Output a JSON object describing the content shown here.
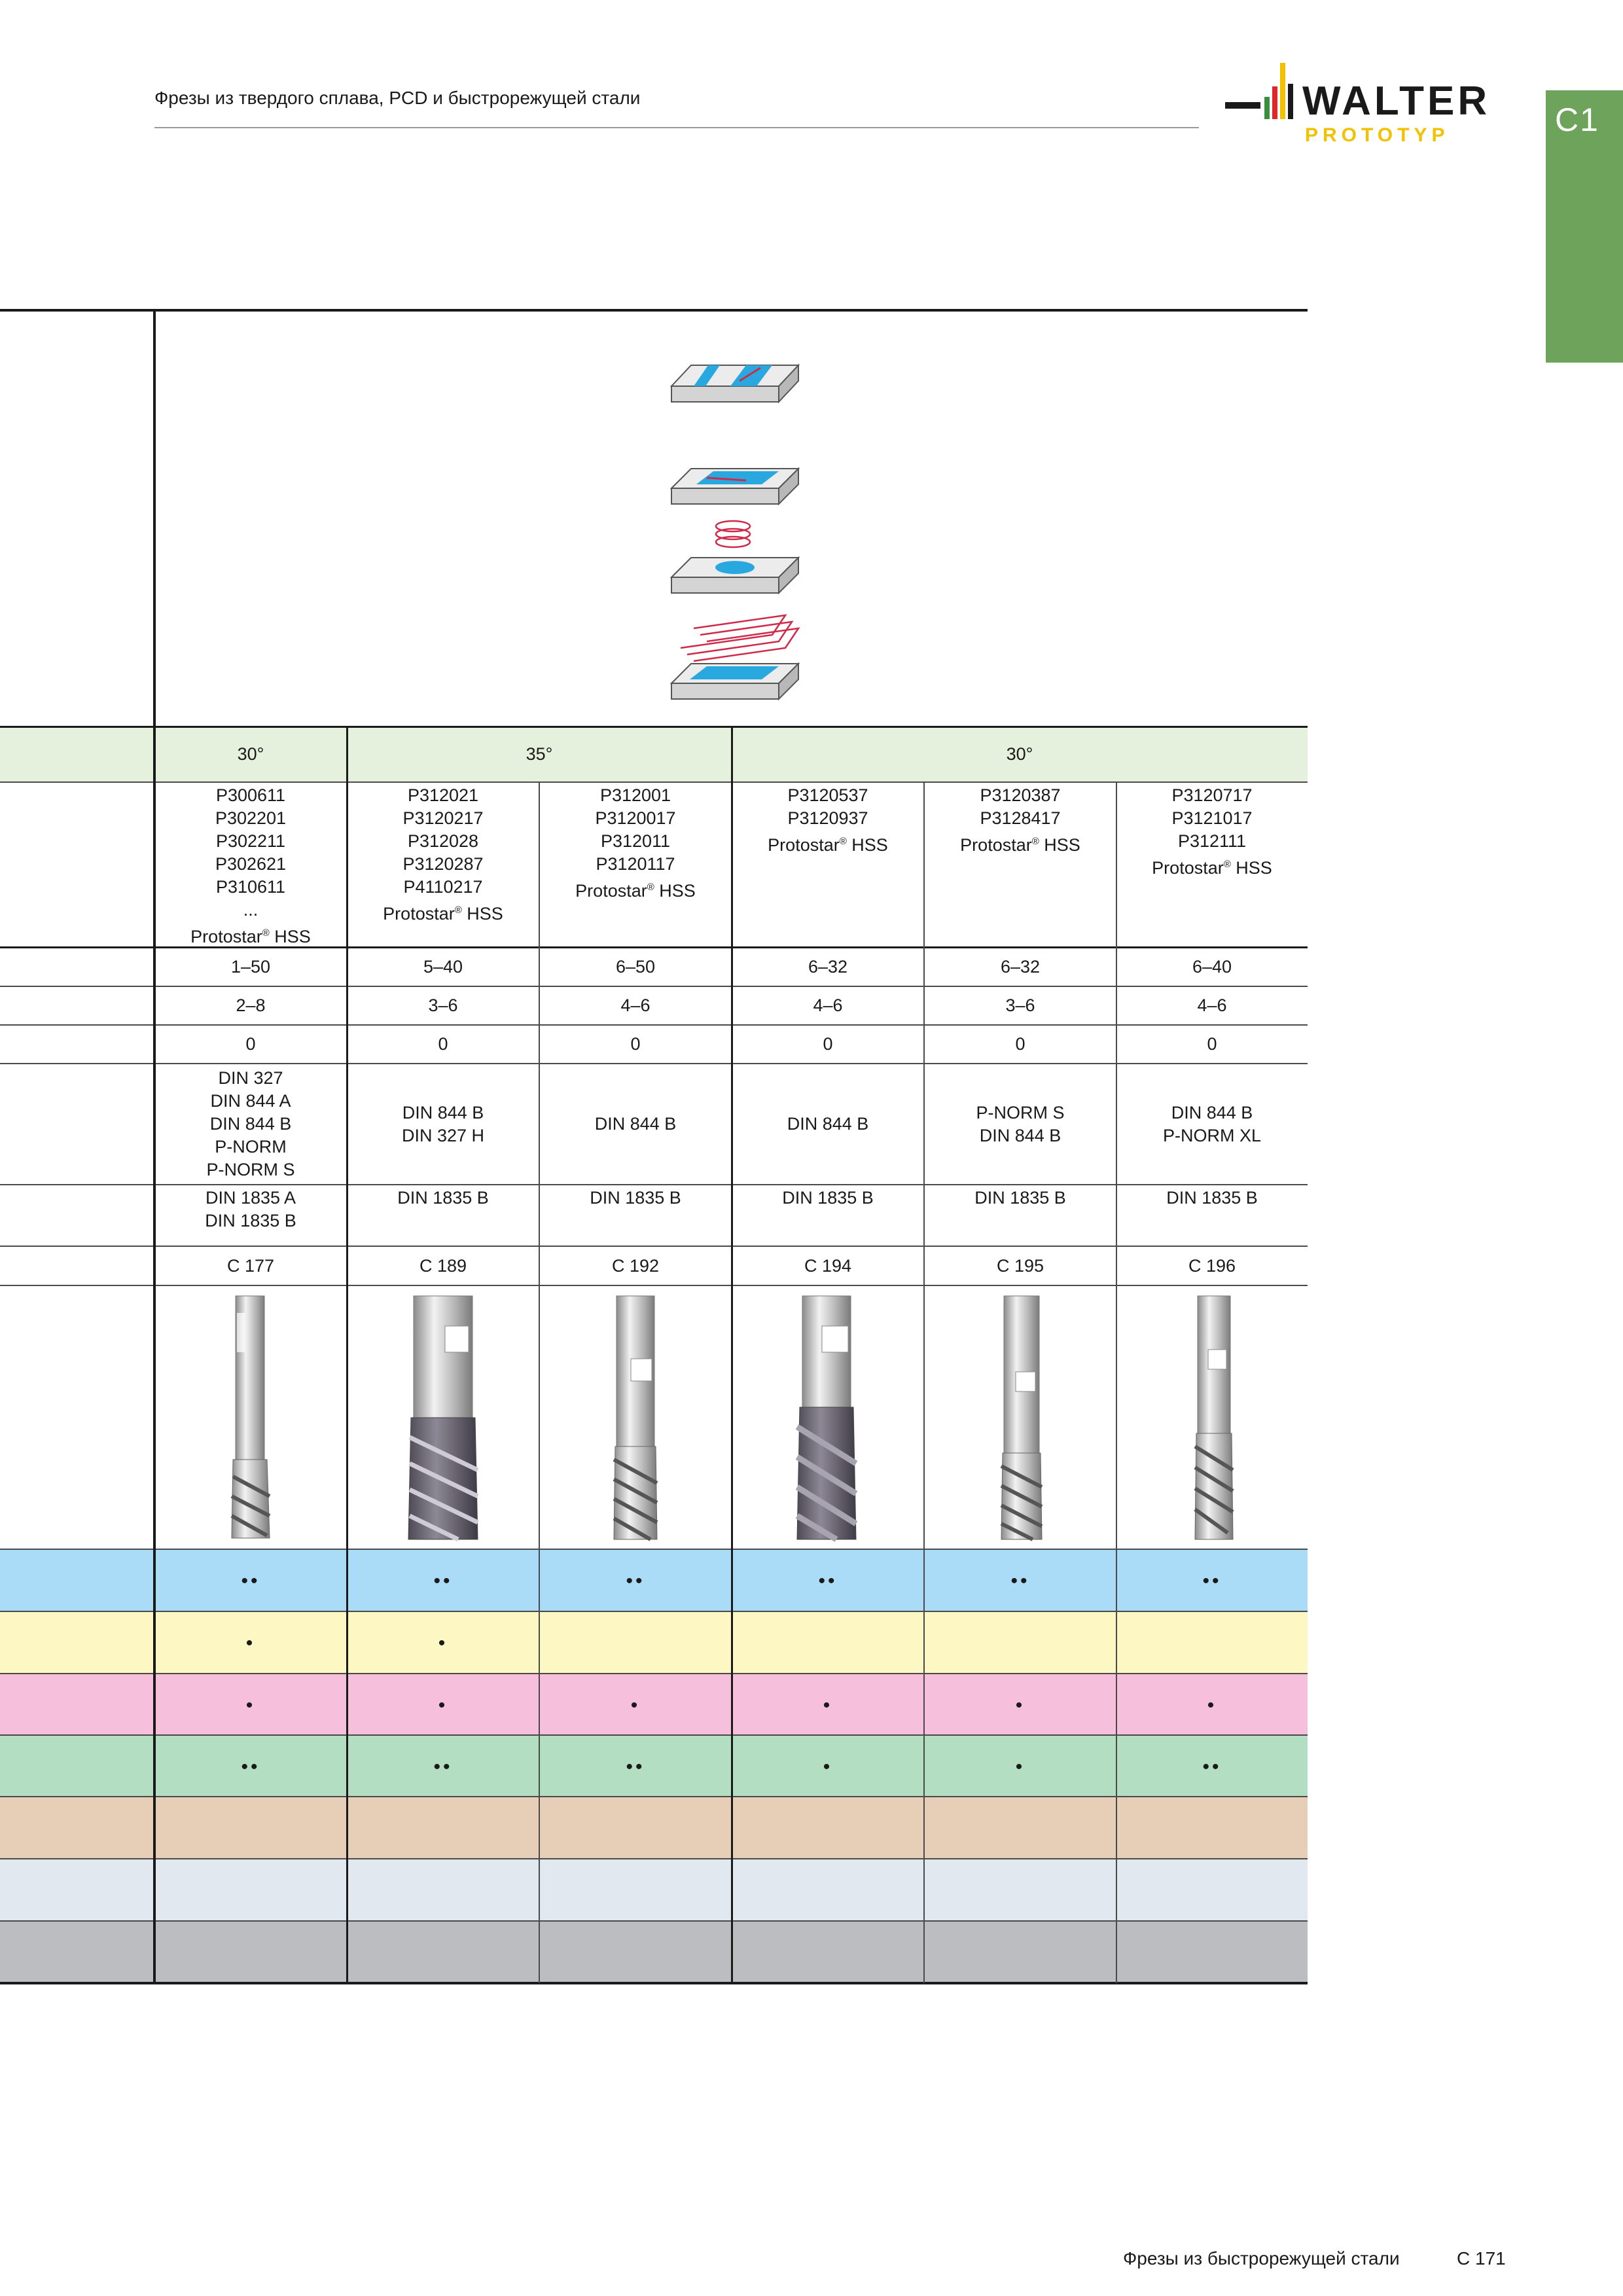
{
  "header": {
    "title": "Фрезы из твердого сплава, PCD и быстрорежущей стали",
    "logo_word": "WALTER",
    "logo_sub": "PROTOTYP",
    "chapter": "C1"
  },
  "table": {
    "helix_angles": [
      "30°",
      "35°",
      "30°"
    ],
    "columns": [
      {
        "products": [
          "P300611",
          "P302201",
          "P302211",
          "P302621",
          "P310611",
          "..."
        ],
        "brand": "Protostar",
        "brand_suffix": " HSS",
        "diameter_range": "1–50",
        "flutes": "2–8",
        "tolerance": "0",
        "standard": [
          "DIN 327",
          "DIN 844 A",
          "DIN 844 B",
          "P-NORM",
          "P-NORM S"
        ],
        "shank": [
          "DIN 1835 A",
          "DIN 1835 B"
        ],
        "page": "C 177",
        "materials": [
          "••",
          "•",
          "•",
          "••",
          "",
          "",
          ""
        ]
      },
      {
        "products": [
          "P312021",
          "P3120217",
          "P312028",
          "P3120287",
          "P4110217"
        ],
        "brand": "Protostar",
        "brand_suffix": " HSS",
        "diameter_range": "5–40",
        "flutes": "3–6",
        "tolerance": "0",
        "standard": [
          "DIN 844 B",
          "DIN 327 H"
        ],
        "shank": [
          "DIN 1835 B"
        ],
        "page": "C 189",
        "materials": [
          "••",
          "•",
          "•",
          "••",
          "",
          "",
          ""
        ]
      },
      {
        "products": [
          "P312001",
          "P3120017",
          "P312011",
          "P3120117"
        ],
        "brand": "Protostar",
        "brand_suffix": " HSS",
        "diameter_range": "6–50",
        "flutes": "4–6",
        "tolerance": "0",
        "standard": [
          "DIN 844 B"
        ],
        "shank": [
          "DIN 1835 B"
        ],
        "page": "C 192",
        "materials": [
          "••",
          "",
          "•",
          "••",
          "",
          "",
          ""
        ]
      },
      {
        "products": [
          "P3120537",
          "P3120937"
        ],
        "brand": "Protostar",
        "brand_suffix": " HSS",
        "diameter_range": "6–32",
        "flutes": "4–6",
        "tolerance": "0",
        "standard": [
          "DIN 844 B"
        ],
        "shank": [
          "DIN 1835 B"
        ],
        "page": "C 194",
        "materials": [
          "••",
          "",
          "•",
          "•",
          "",
          "",
          ""
        ]
      },
      {
        "products": [
          "P3120387",
          "P3128417"
        ],
        "brand": "Protostar",
        "brand_suffix": " HSS",
        "diameter_range": "6–32",
        "flutes": "3–6",
        "tolerance": "0",
        "standard": [
          "P-NORM S",
          "DIN 844 B"
        ],
        "shank": [
          "DIN 1835 B"
        ],
        "page": "C 195",
        "materials": [
          "••",
          "",
          "•",
          "•",
          "",
          "",
          ""
        ]
      },
      {
        "products": [
          "P3120717",
          "P3121017",
          "P312111"
        ],
        "brand": "Protostar",
        "brand_suffix": " HSS",
        "diameter_range": "6–40",
        "flutes": "4–6",
        "tolerance": "0",
        "standard": [
          "DIN 844 B",
          "P-NORM XL"
        ],
        "shank": [
          "DIN 1835 B"
        ],
        "page": "C 196",
        "materials": [
          "••",
          "",
          "•",
          "••",
          "",
          "",
          ""
        ]
      }
    ]
  },
  "colors": {
    "helix_band": "#e6f1dd",
    "material_bands": [
      "#aadcf7",
      "#fdf8c3",
      "#f6c0dc",
      "#b3dec2",
      "#e6cfb6",
      "#e2e8f0",
      "#bbbdc1"
    ],
    "chapter_tab": "#6ea35c"
  },
  "icons": [
    "slot-milling-icon",
    "face-milling-icon",
    "helical-interpolation-icon",
    "bore-milling-icon",
    "ramping-icon",
    "pocket-milling-icon"
  ],
  "footer": {
    "title": "Фрезы из быстрорежущей стали",
    "page": "C 171"
  }
}
